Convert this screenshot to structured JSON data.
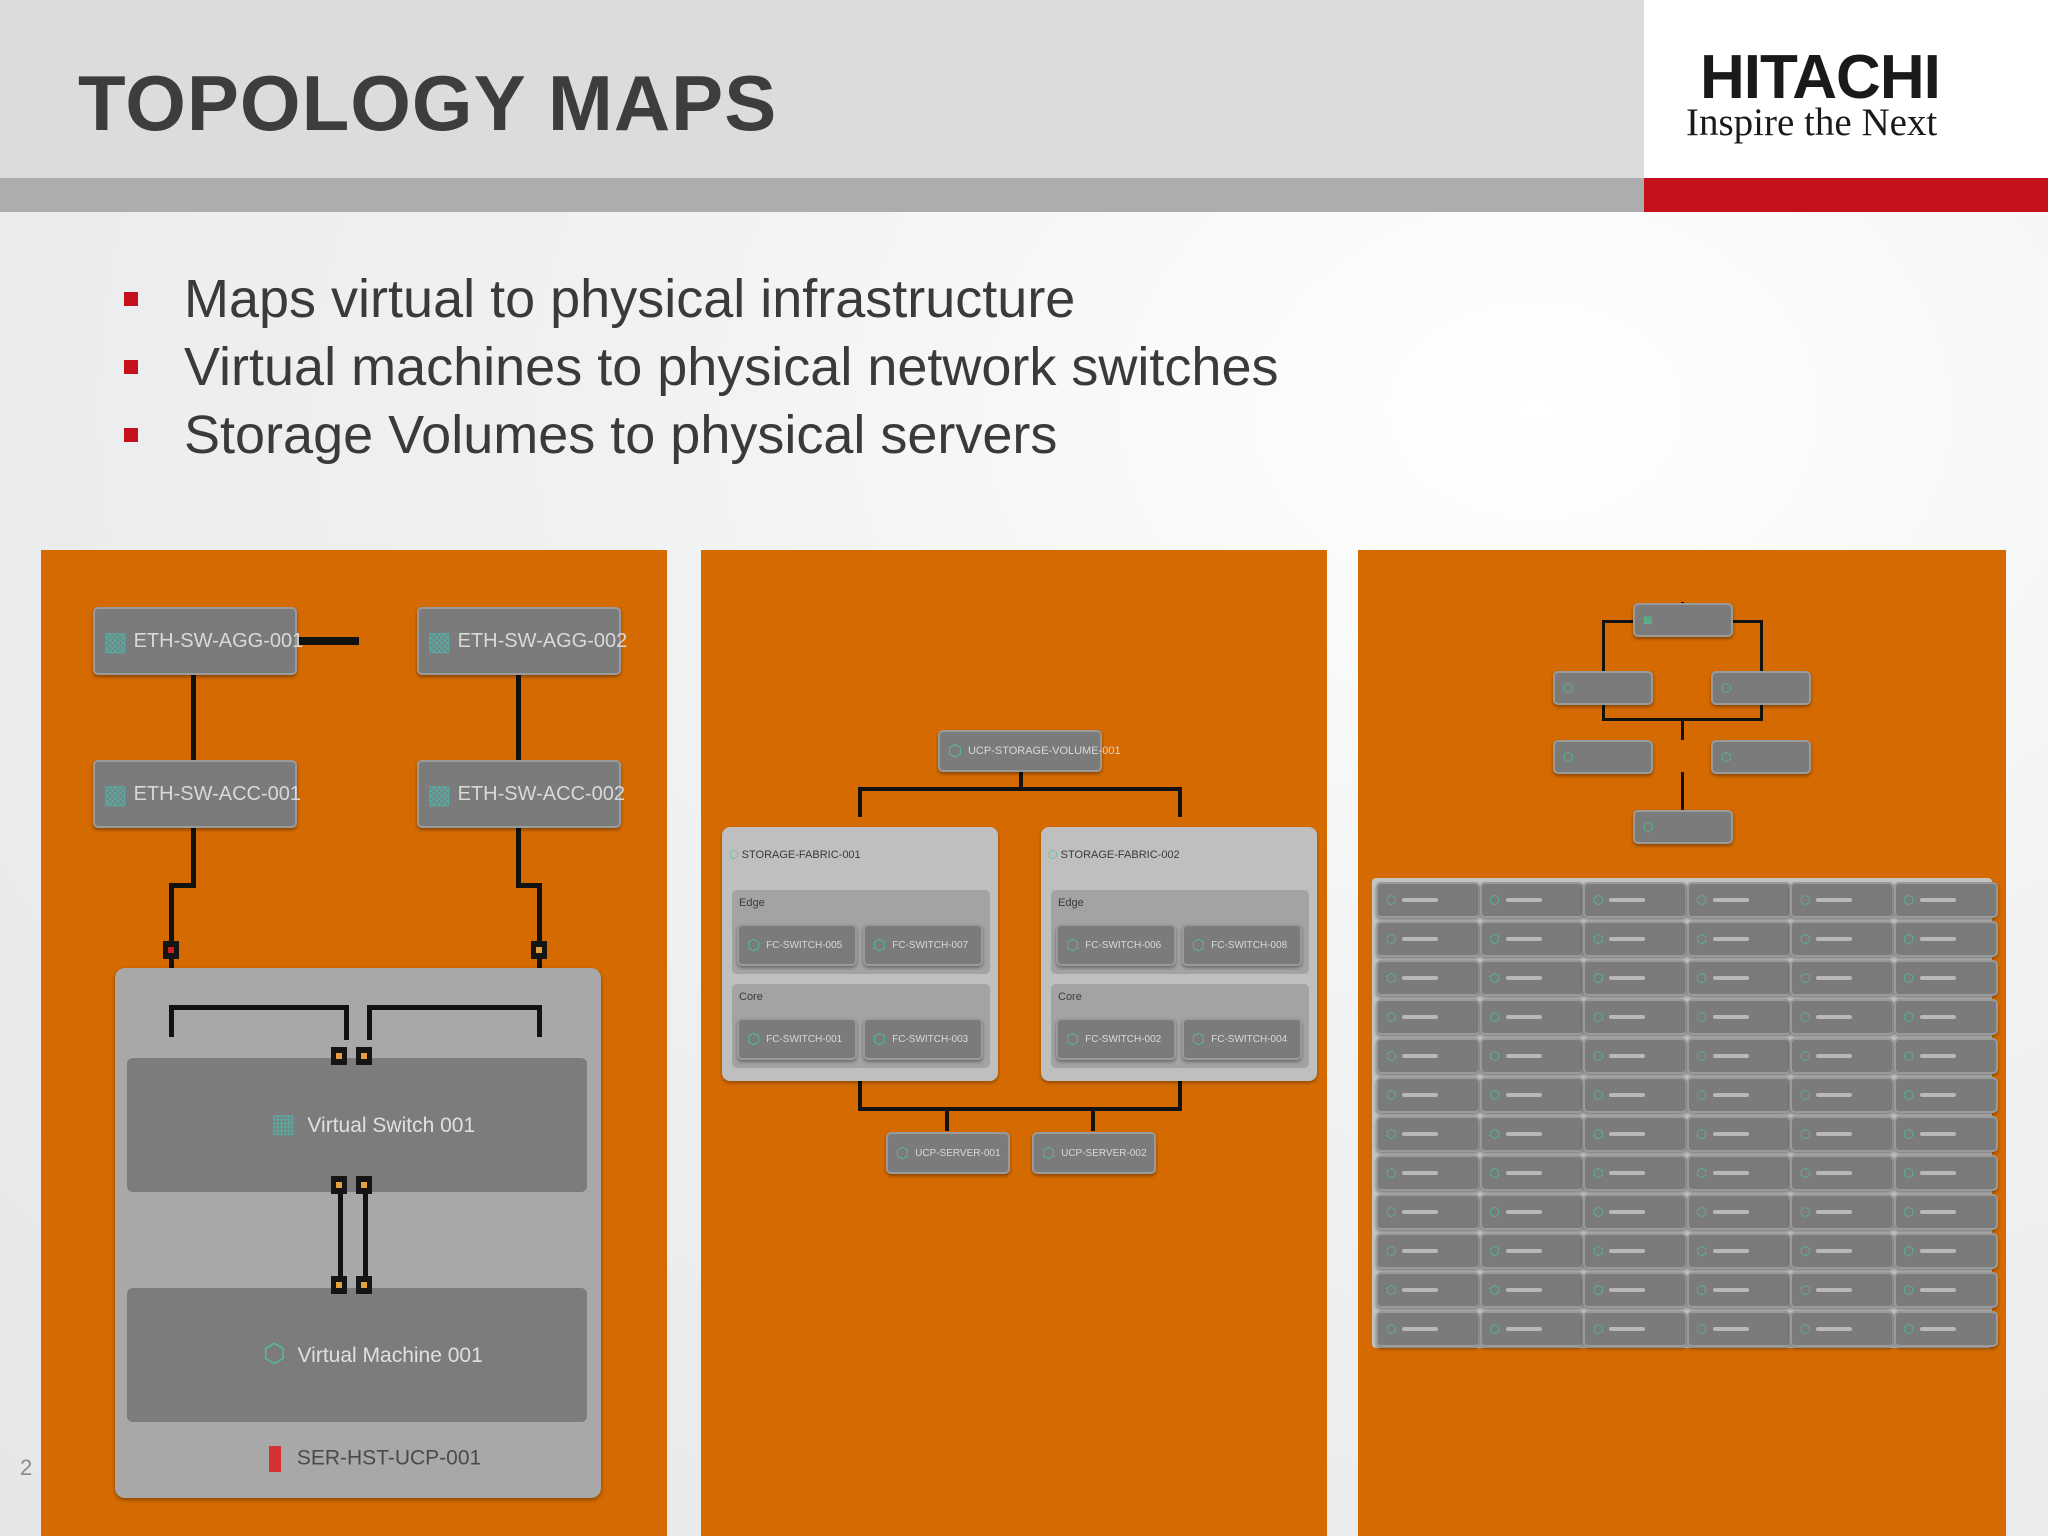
{
  "slide": {
    "title": "TOPOLOGY MAPS",
    "page_number": "2",
    "bullets": [
      "Maps virtual to physical infrastructure",
      "Virtual machines to physical network switches",
      "Storage Volumes to physical servers"
    ]
  },
  "logo": {
    "name": "HITACHI",
    "tagline": "Inspire the Next"
  },
  "colors": {
    "panel": "#d46a00",
    "accent_red": "#c5111c",
    "node_gray": "#7b7b7b",
    "icon_green": "#4fc38f"
  },
  "map1": {
    "agg1": "ETH-SW-AGG-001",
    "agg2": "ETH-SW-AGG-002",
    "acc1": "ETH-SW-ACC-001",
    "acc2": "ETH-SW-ACC-002",
    "vswitch": "Virtual Switch 001",
    "vm": "Virtual Machine 001",
    "host": "SER-HST-UCP-001"
  },
  "map2": {
    "volume": "UCP-STORAGE-VOLUME-001",
    "fabric1": {
      "name": "STORAGE-FABRIC-001",
      "edge_label": "Edge",
      "edge": [
        "FC-SWITCH-005",
        "FC-SWITCH-007"
      ],
      "core_label": "Core",
      "core": [
        "FC-SWITCH-001",
        "FC-SWITCH-003"
      ]
    },
    "fabric2": {
      "name": "STORAGE-FABRIC-002",
      "edge_label": "Edge",
      "edge": [
        "FC-SWITCH-006",
        "FC-SWITCH-008"
      ],
      "core_label": "Core",
      "core": [
        "FC-SWITCH-002",
        "FC-SWITCH-004"
      ]
    },
    "servers": [
      "UCP-SERVER-001",
      "UCP-SERVER-002"
    ]
  }
}
